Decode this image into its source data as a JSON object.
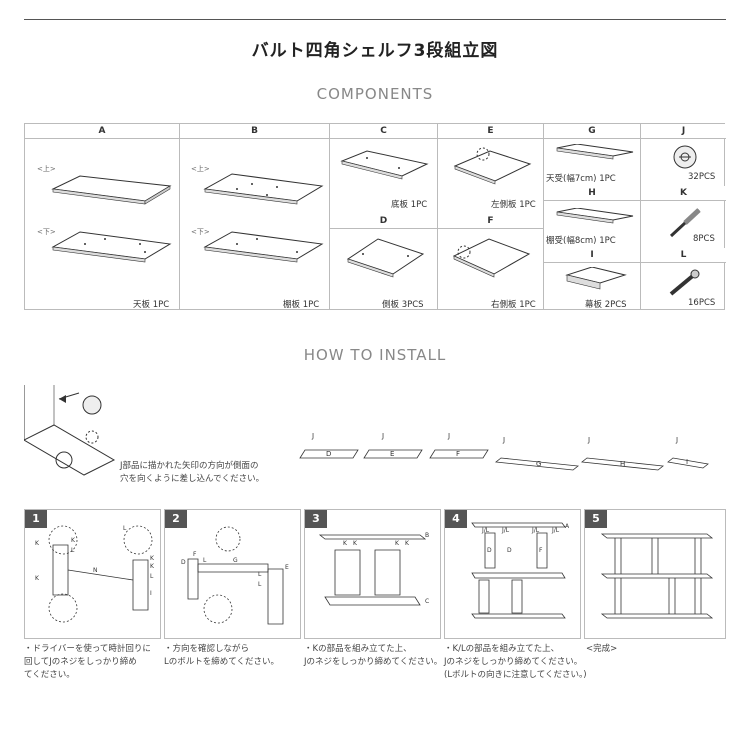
{
  "title": "バルト四角シェルフ3段組立図",
  "components_heading": "COMPONENTS",
  "install_heading": "HOW TO INSTALL",
  "components": {
    "A": {
      "letter": "A",
      "label": "天板 1PC",
      "tag_top": "<上>",
      "tag_bottom": "<下>"
    },
    "B": {
      "letter": "B",
      "label": "棚板 1PC",
      "tag_top": "<上>",
      "tag_bottom": "<下>"
    },
    "C": {
      "letter": "C",
      "label": "底板 1PC"
    },
    "D": {
      "letter": "D",
      "label": "側板 3PCS"
    },
    "E": {
      "letter": "E",
      "label": "左側板 1PC"
    },
    "F": {
      "letter": "F",
      "label": "右側板 1PC"
    },
    "G": {
      "letter": "G",
      "label": "天受(幅7cm) 1PC"
    },
    "H": {
      "letter": "H",
      "label": "棚受(幅8cm) 1PC"
    },
    "I": {
      "letter": "I",
      "label": "幕板 2PCS"
    },
    "J": {
      "letter": "J",
      "label": "32PCS"
    },
    "K": {
      "letter": "K",
      "label": "8PCS"
    },
    "L": {
      "letter": "L",
      "label": "16PCS"
    }
  },
  "intro_note": [
    "J部品に描かれた矢印の方向が側面の",
    "穴を向くように差し込んでください。"
  ],
  "part_row": {
    "letters": [
      "D",
      "E",
      "F",
      "G",
      "H",
      "I"
    ],
    "j": "J"
  },
  "steps": [
    {
      "num": "1",
      "text": [
        "・ドライバーを使って時計回りに",
        "回してJのネジをしっかり締め",
        "てください。"
      ]
    },
    {
      "num": "2",
      "text": [
        "・方向を確認しながら",
        "Lのボルトを締めてください。"
      ]
    },
    {
      "num": "3",
      "text": [
        "・Kの部品を組み立てた上、",
        "Jのネジをしっかり締めてください。"
      ]
    },
    {
      "num": "4",
      "text": [
        "・K/Lの部品を組み立てた上、",
        "Jのネジをしっかり締めてください。",
        "(Lボルトの向きに注意してください。)"
      ]
    },
    {
      "num": "5",
      "text": [
        "<完成>"
      ]
    }
  ],
  "diagram_labels": {
    "s1": [
      "K",
      "K",
      "L",
      "L",
      "N",
      "K",
      "K",
      "L",
      "L",
      "K",
      "I",
      "I"
    ],
    "s2": [
      "F",
      "D",
      "L",
      "E",
      "G",
      "L",
      "L"
    ],
    "s3": [
      "B",
      "K",
      "K",
      "K",
      "K",
      "C"
    ],
    "s4": [
      "A",
      "J/L",
      "J/L",
      "J/L",
      "J/L",
      "D",
      "D",
      "F"
    ]
  }
}
